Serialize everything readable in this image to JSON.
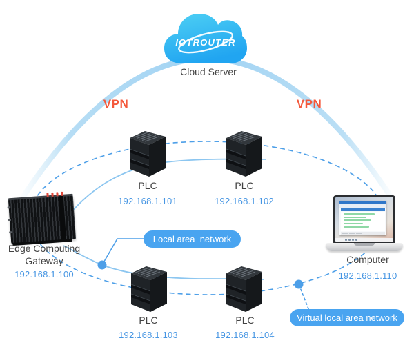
{
  "diagram": {
    "cloud": {
      "logo": "IOTROUTER",
      "label": "Cloud Server"
    },
    "vpn_left": "VPN",
    "vpn_right": "VPN",
    "gateway": {
      "label_line1": "Edge Computing",
      "label_line2": "Gateway",
      "ip": "192.168.1.100"
    },
    "plcs": [
      {
        "label": "PLC",
        "ip": "192.168.1.101"
      },
      {
        "label": "PLC",
        "ip": "192.168.1.102"
      },
      {
        "label": "PLC",
        "ip": "192.168.1.103"
      },
      {
        "label": "PLC",
        "ip": "192.168.1.104"
      }
    ],
    "computer": {
      "label": "Computer",
      "ip": "192.168.1.110"
    },
    "callouts": {
      "lan": "Local area  network",
      "vlan": "Virtual local area network"
    },
    "colors": {
      "pill_blue": "#49a4f0",
      "dashed_line_blue": "#4d9fe8",
      "lan_line_blue": "#8cc6f0",
      "vpn_arc_blue": "#a9d7f3",
      "vpn_text_orange": "#f4593c",
      "ip_text_blue": "#4796e3",
      "cloud_gradient_top": "#4ed0f4",
      "cloud_gradient_bottom": "#21a5f1"
    }
  }
}
